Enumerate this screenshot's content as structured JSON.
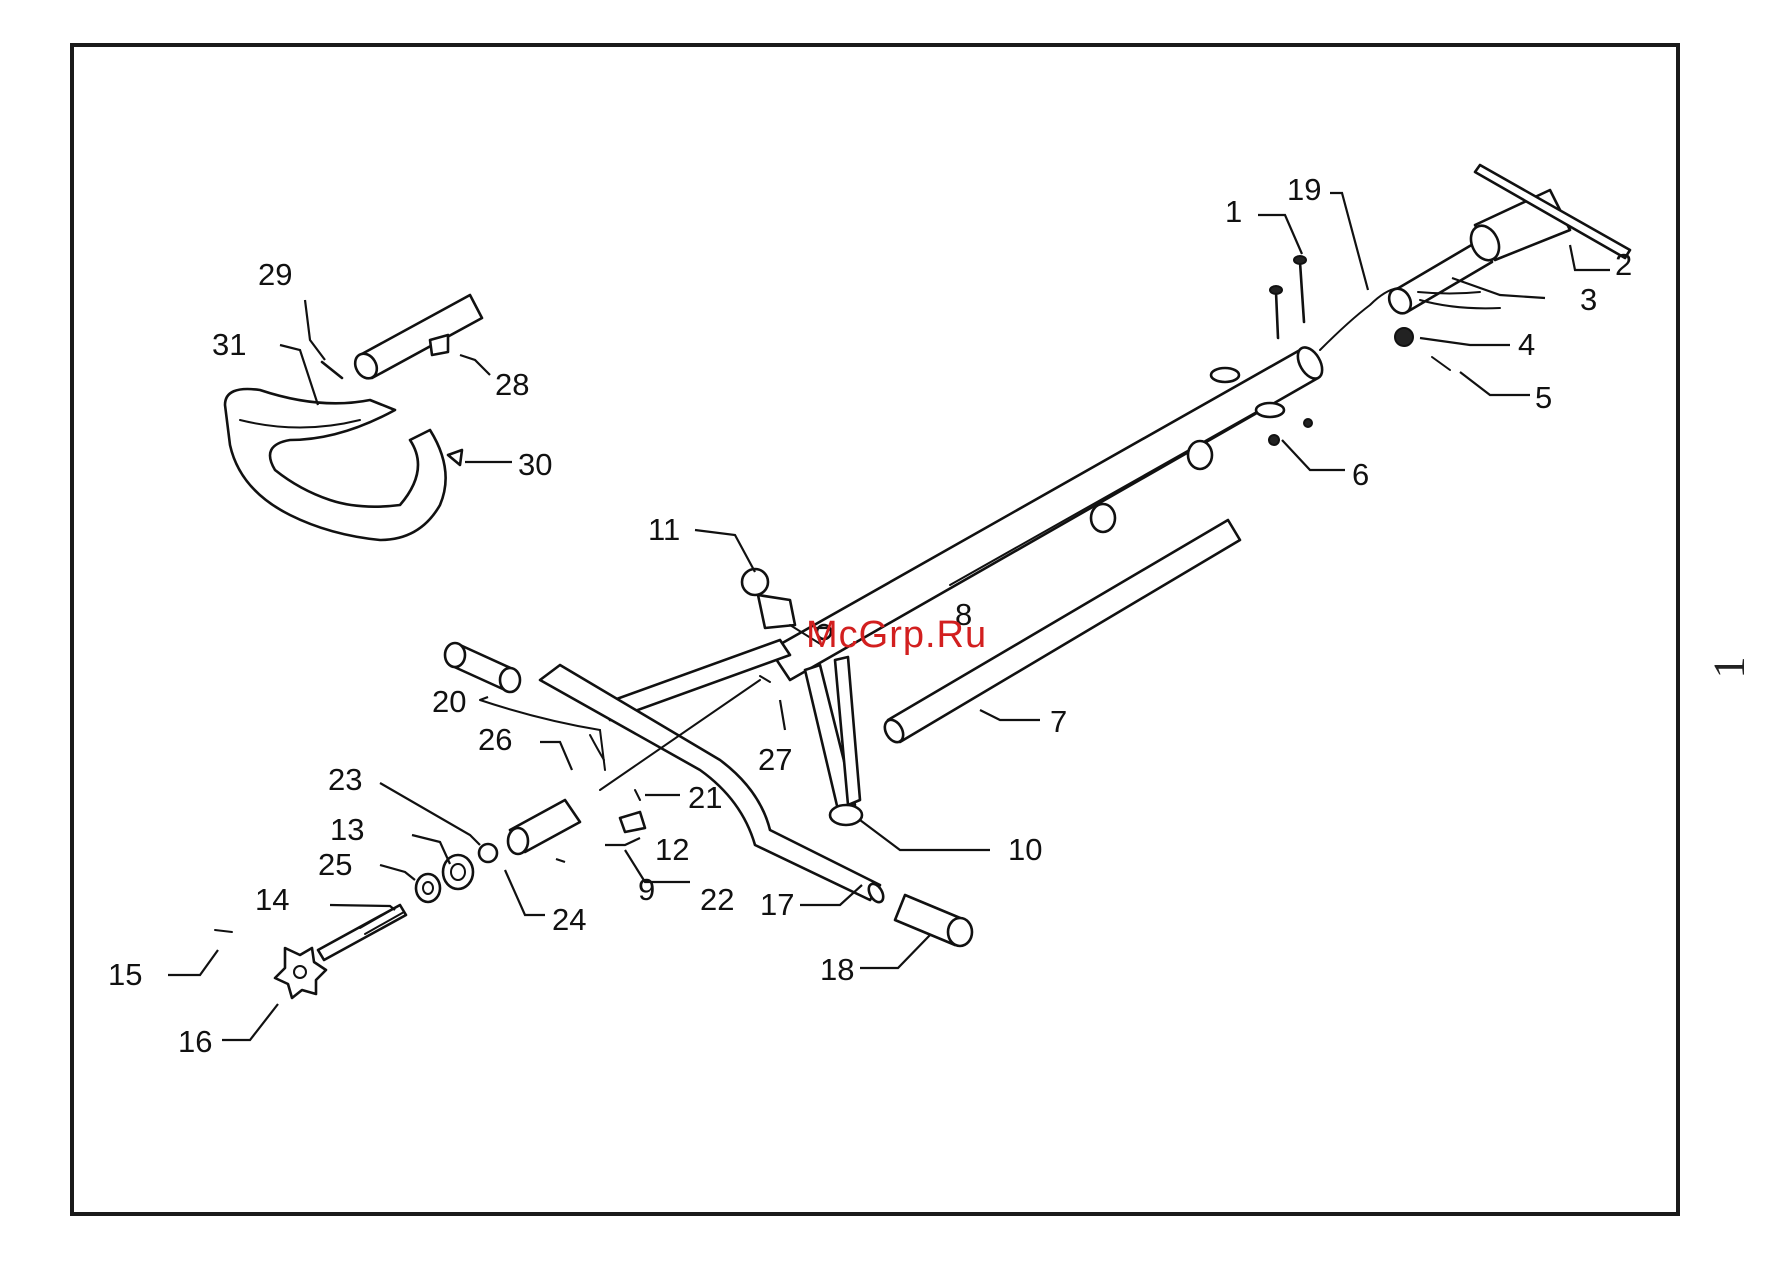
{
  "watermark": "McGrp.Ru",
  "page_number": "1",
  "labels": {
    "l1a": "1",
    "l19": "19",
    "l2": "2",
    "l3": "3",
    "l4": "4",
    "l5": "5",
    "l6": "6",
    "l7": "7",
    "l8": "8",
    "l9": "9",
    "l10": "10",
    "l11": "11",
    "l12": "12",
    "l13": "13",
    "l14": "14",
    "l15": "15",
    "l16": "16",
    "l17": "17",
    "l18": "18",
    "l20": "20",
    "l21": "21",
    "l22": "22",
    "l23": "23",
    "l24": "24",
    "l25": "25",
    "l26": "26",
    "l27": "27",
    "l28": "28",
    "l29": "29",
    "l30": "30",
    "l31": "31",
    "l1b": "1"
  },
  "colors": {
    "line": "#111111",
    "watermark": "#d21f1f",
    "background": "#ffffff"
  }
}
